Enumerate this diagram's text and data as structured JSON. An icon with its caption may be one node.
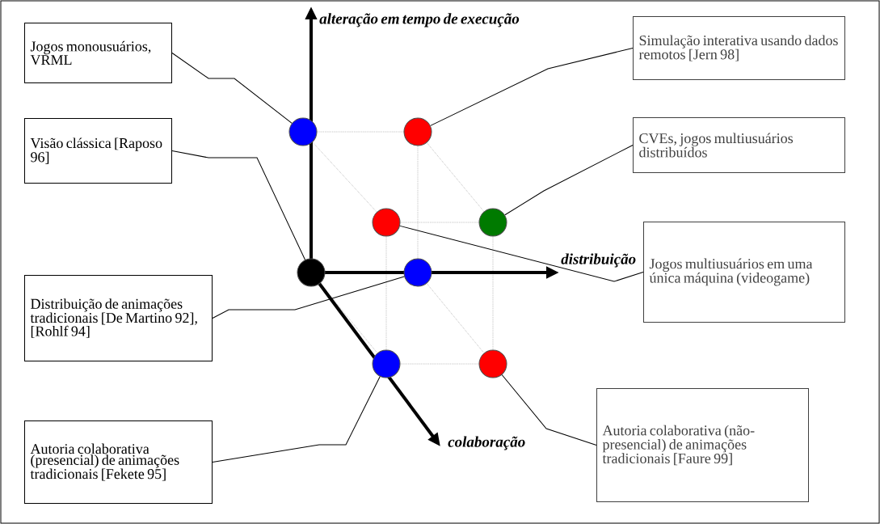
{
  "diagram": {
    "nodes": [
      {
        "text": [
          "Jogos monousuários, VRML"
        ]
      },
      {
        "text": [
          "Simulação interativa usando dados remotos [Jern 98]"
        ]
      },
      {
        "text": [
          "Visão clássica [Raposo 96]"
        ]
      },
      {
        "text": [
          "CVEs, jogos multiusuários distribuídos"
        ]
      },
      {
        "text": [
          "Jogos multiusuários em uma única máquina (videogame)"
        ]
      },
      {
        "text": [
          "Distribuição de animações tradicionais [De Martino 92], [Rohlf 94]"
        ]
      },
      {
        "text": [
          "Autoria colaborativa (presencial) de animações tradicionais [Fekete 95]"
        ]
      },
      {
        "text": [
          "Autoria colaborativa (não-presencial) de animações tradicionais [Faure 99]"
        ]
      },
      {
        "text": [],
        "shape": "circle"
      },
      {
        "text": [],
        "shape": "circle"
      },
      {
        "text": [],
        "shape": "circle"
      },
      {
        "text": [],
        "shape": "circle"
      },
      {
        "text": [],
        "shape": "circle"
      },
      {
        "text": [],
        "shape": "circle"
      },
      {
        "text": [],
        "shape": "circle"
      },
      {
        "text": [],
        "shape": "circle"
      }
    ],
    "edges": [
      {
        "from": 0,
        "to": 8,
        "arrow": "none"
      },
      {
        "from": 1,
        "to": 9,
        "arrow": "none"
      },
      {
        "from": 2,
        "to": 12,
        "arrow": "none"
      },
      {
        "from": 3,
        "to": 11,
        "arrow": "none"
      },
      {
        "from": 4,
        "to": 10,
        "arrow": "none"
      },
      {
        "from": 5,
        "to": 13,
        "arrow": "none"
      },
      {
        "from": 6,
        "to": 14,
        "arrow": "none"
      },
      {
        "from": 7,
        "to": 15,
        "arrow": "none"
      }
    ],
    "labels": [
      "alteração em tempo de execução",
      "distribuição",
      "colaboração"
    ]
  }
}
